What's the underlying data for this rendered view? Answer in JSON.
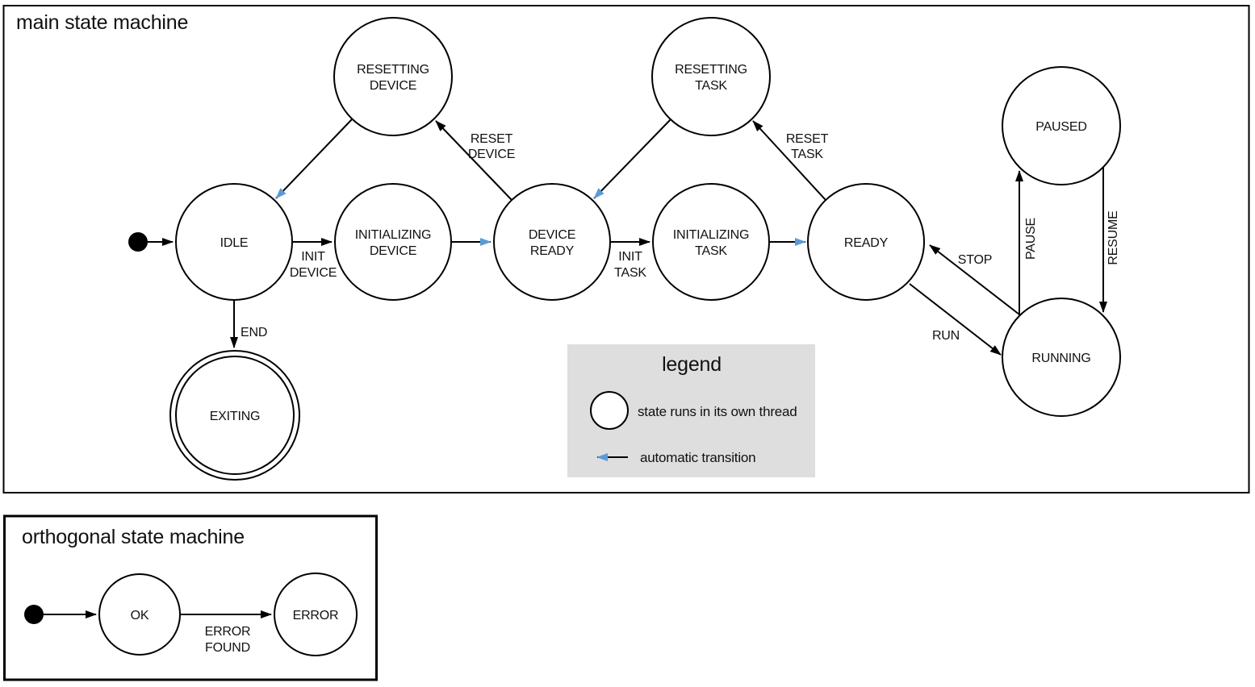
{
  "colors": {
    "thread_state_fill": "#b3c7e8",
    "auto_transition": "#5b9bd5",
    "legend_bg": "#dedede",
    "stroke": "#000000"
  },
  "main": {
    "title": "main state machine",
    "states": {
      "idle": {
        "line1": "IDLE"
      },
      "resetting_device": {
        "line1": "RESETTING",
        "line2": "DEVICE"
      },
      "initializing_device": {
        "line1": "INITIALIZING",
        "line2": "DEVICE"
      },
      "device_ready": {
        "line1": "DEVICE",
        "line2": "READY"
      },
      "resetting_task": {
        "line1": "RESETTING",
        "line2": "TASK"
      },
      "initializing_task": {
        "line1": "INITIALIZING",
        "line2": "TASK"
      },
      "ready": {
        "line1": "READY"
      },
      "paused": {
        "line1": "PAUSED"
      },
      "running": {
        "line1": "RUNNING"
      },
      "exiting": {
        "line1": "EXITING"
      }
    },
    "transitions": {
      "init_device": {
        "line1": "INIT",
        "line2": "DEVICE"
      },
      "reset_device": {
        "line1": "RESET",
        "line2": "DEVICE"
      },
      "init_task": {
        "line1": "INIT",
        "line2": "TASK"
      },
      "reset_task": {
        "line1": "RESET",
        "line2": "TASK"
      },
      "run": "RUN",
      "stop": "STOP",
      "pause": "PAUSE",
      "resume": "RESUME",
      "end": "END"
    }
  },
  "legend": {
    "title": "legend",
    "thread_item": "state runs in its own thread",
    "auto_item": "automatic transition"
  },
  "orthogonal": {
    "title": "orthogonal state machine",
    "states": {
      "ok": {
        "line1": "OK"
      },
      "error": {
        "line1": "ERROR"
      }
    },
    "transitions": {
      "error_found": {
        "line1": "ERROR",
        "line2": "FOUND"
      }
    }
  }
}
